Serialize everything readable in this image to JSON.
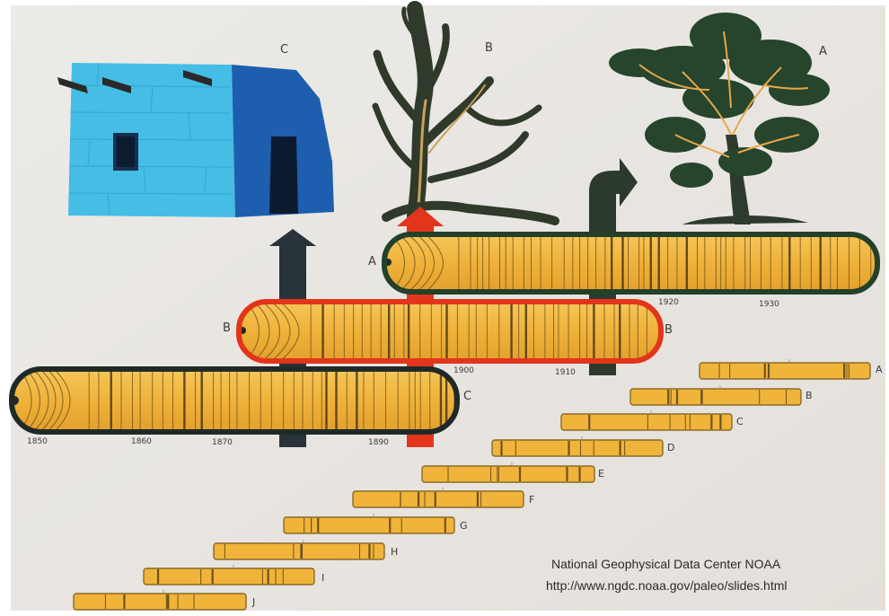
{
  "structures": [
    {
      "id": "C",
      "label": "C",
      "kind": "pueblo-dwelling"
    },
    {
      "id": "B",
      "label": "B",
      "kind": "dead-tree"
    },
    {
      "id": "A",
      "label": "A",
      "kind": "living-tree"
    }
  ],
  "cores": [
    {
      "id": "A",
      "label_left": "A",
      "outline": "#234028",
      "years": [
        "1920",
        "1930"
      ]
    },
    {
      "id": "B",
      "label_left": "B",
      "label_right": "B",
      "outline": "#e2351b",
      "years": [
        "1900",
        "1910"
      ]
    },
    {
      "id": "C",
      "label_right": "C",
      "outline": "#1f2a28",
      "years": [
        "1850",
        "1860",
        "1870",
        "1890"
      ]
    }
  ],
  "sequence_labels": [
    "A",
    "B",
    "C",
    "D",
    "E",
    "F",
    "G",
    "H",
    "I",
    "J"
  ],
  "credit": {
    "line1": "National Geophysical Data Center  NOAA",
    "line2": "http://www.ngdc.noaa.gov/paleo/slides.html"
  },
  "colors": {
    "background": "#e9e6e2",
    "wood": "#f0b43a",
    "core_a_outline": "#234028",
    "core_b_outline": "#e2351b",
    "core_c_outline": "#1f2a28",
    "arrow_dark": "#28333a",
    "arrow_red": "#e2351b",
    "arrow_green": "#2c3a2c",
    "house_light": "#3eb8e0",
    "house_shadow": "#1c5fae"
  }
}
